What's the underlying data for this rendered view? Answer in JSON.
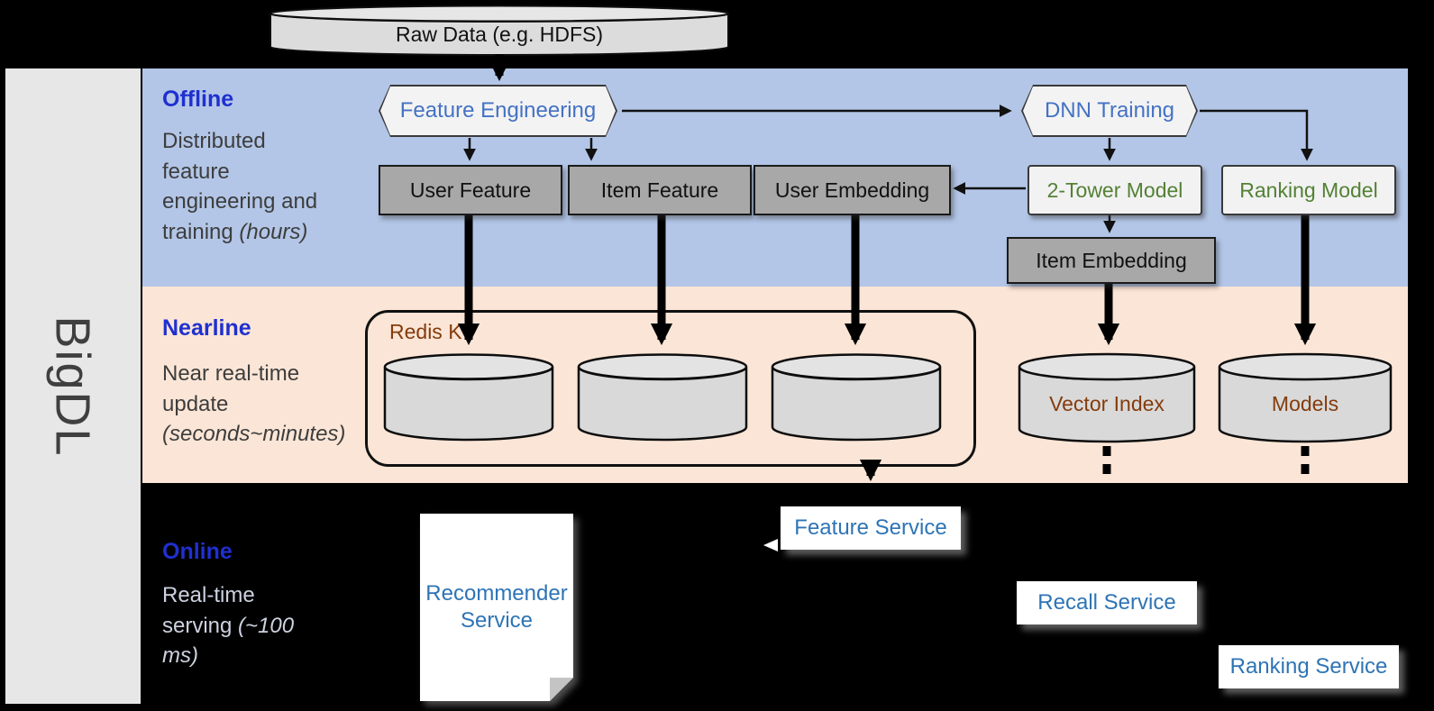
{
  "brand": {
    "label": "BigDL"
  },
  "datasource": {
    "label": "Raw Data (e.g. HDFS)"
  },
  "offline": {
    "title": "Offline",
    "description": "Distributed feature engineering and training",
    "description_note": "(hours)",
    "feature_engineering": "Feature Engineering",
    "dnn_training": "DNN Training",
    "user_feature": "User Feature",
    "item_feature": "Item Feature",
    "user_embedding": "User Embedding",
    "two_tower_model": "2-Tower Model",
    "ranking_model": "Ranking Model",
    "item_embedding": "Item Embedding"
  },
  "nearline": {
    "title": "Nearline",
    "description": "Near real-time update",
    "description_note": "(seconds~minutes)",
    "redis": "Redis KV",
    "vector_index": "Vector Index",
    "models": "Models"
  },
  "online": {
    "title": "Online",
    "description": "Real-time serving",
    "description_note": "(~100 ms)",
    "recommender_service": "Recommender Service",
    "feature_service": "Feature Service",
    "recall_service": "Recall Service",
    "ranking_service": "Ranking Service"
  },
  "colors": {
    "background": "#000000",
    "offline_band": "#b3c6e7",
    "nearline_band": "#fbe5d6",
    "section_title_blue": "#1f30d0",
    "process_text_blue": "#4472c4",
    "model_text_green": "#538135",
    "storage_text_brown": "#843c0c",
    "service_text_blue": "#2e74b5",
    "node_gray": "#a8a8a8",
    "cylinder_gray": "#d9d9d9"
  }
}
